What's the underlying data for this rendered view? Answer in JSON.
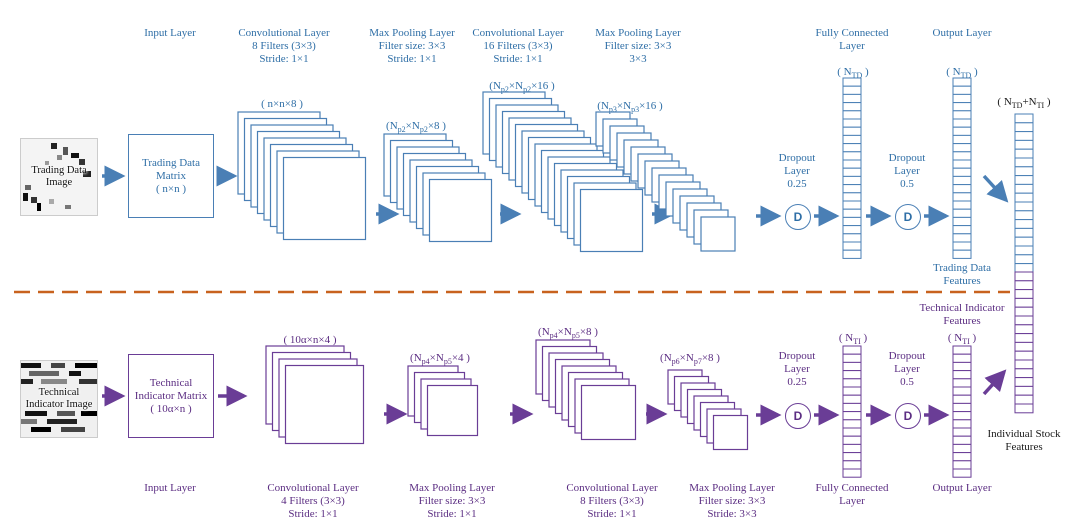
{
  "top": {
    "input_layer": "Input Layer",
    "conv1": [
      "Convolutional Layer",
      "8 Filters (3×3)",
      "Stride: 1×1"
    ],
    "pool1": [
      "Max Pooling Layer",
      "Filter size: 3×3",
      "Stride: 1×1"
    ],
    "conv2": [
      "Convolutional Layer",
      "16 Filters (3×3)",
      "Stride: 1×1"
    ],
    "pool2": [
      "Max Pooling Layer",
      "Filter size: 3×3",
      "3×3"
    ],
    "fc": [
      "Fully Connected",
      "Layer"
    ],
    "output": "Output Layer",
    "image_caption": [
      "Trading Data",
      "Image"
    ],
    "matrix": [
      "Trading Data",
      "Matrix",
      "( n×n )"
    ],
    "dim_conv1": "( n×n×8 )",
    "dim_pool1": "(Np2×Np2×8 )",
    "dim_conv2": "(Np2×Np2×16 )",
    "dim_pool2": "(Np3×Np3×16 )",
    "dim_fc": "( NTD )",
    "dim_out": "( NTD )",
    "dropout1": [
      "Dropout",
      "Layer",
      "0.25"
    ],
    "dropout2": [
      "Dropout",
      "Layer",
      "0.5"
    ],
    "features": [
      "Trading Data",
      "Features"
    ]
  },
  "bottom": {
    "input_layer": "Input Layer",
    "conv1": [
      "Convolutional Layer",
      "4 Filters (3×3)",
      "Stride: 1×1"
    ],
    "pool1": [
      "Max Pooling Layer",
      "Filter size: 3×3",
      "Stride: 1×1"
    ],
    "conv2": [
      "Convolutional Layer",
      "8 Filters (3×3)",
      "Stride: 1×1"
    ],
    "pool2": [
      "Max Pooling Layer",
      "Filter size: 3×3",
      "Stride: 3×3"
    ],
    "fc": [
      "Fully Connected",
      "Layer"
    ],
    "output": "Output Layer",
    "image_caption": [
      "Technical",
      "Indicator Image"
    ],
    "matrix": [
      "Technical",
      "Indicator Matrix",
      "( 10α×n )"
    ],
    "dim_conv1": "( 10α×n×4 )",
    "dim_pool1": "(Np4×Np5×4 )",
    "dim_conv2": "(Np4×Np5×8 )",
    "dim_pool2": "(Np6×Np7×8 )",
    "dim_fc": "( NTI )",
    "dim_out": "( NTI )",
    "dropout1": [
      "Dropout",
      "Layer",
      "0.25"
    ],
    "dropout2": [
      "Dropout",
      "Layer",
      "0.5"
    ],
    "features": [
      "Technical Indicator",
      "Features"
    ]
  },
  "combined": {
    "dim": "( NTD+NTI )",
    "label": [
      "Individual Stock",
      "Features"
    ]
  },
  "dropout_symbol": "D",
  "colors": {
    "blue": "#4a7fb5",
    "purple": "#6a3d96",
    "divider": "#c8621e"
  }
}
